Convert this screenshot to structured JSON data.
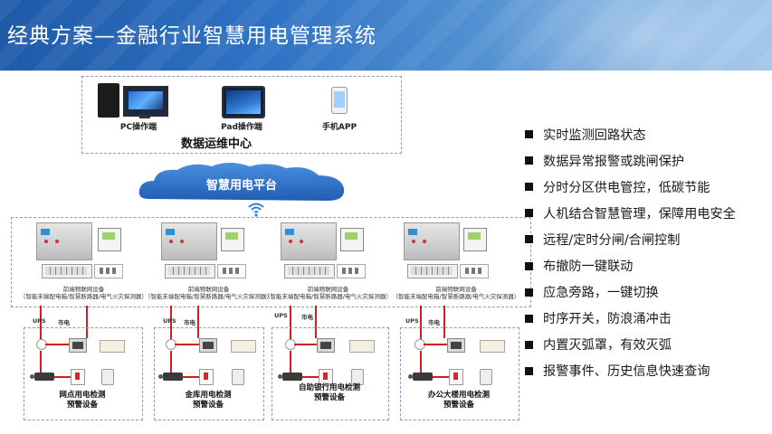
{
  "title": "经典方案—金融行业智慧用电管理系统",
  "data_center": {
    "title": "数据运维中心",
    "terminals": [
      {
        "label": "PC操作端",
        "icon": "desktop-pc-icon"
      },
      {
        "label": "Pad操作端",
        "icon": "tablet-icon"
      },
      {
        "label": "手机APP",
        "icon": "smartphone-icon"
      }
    ]
  },
  "platform": {
    "label": "智慧用电平台"
  },
  "devices": [
    {
      "title": "前端物联网设备",
      "detail": "（智能末端配电箱/智慧断路器/电气火灾探测器）"
    },
    {
      "title": "前端物联网设备",
      "detail": "（智能末端配电箱/智慧断路器/电气火灾探测器）"
    },
    {
      "title": "前端物联网设备",
      "detail": "（智能末端配电箱/智慧断路器/电气火灾探测器）"
    },
    {
      "title": "前端物联网设备",
      "detail": "（智能末端配电箱/智慧断路器/电气火灾探测器）"
    }
  ],
  "power_labels": {
    "ups": "UPS",
    "mains": "市电"
  },
  "sites": [
    {
      "line1": "网点用电检测",
      "line2": "预警设备"
    },
    {
      "line1": "金库用电检测",
      "line2": "预警设备"
    },
    {
      "line1": "自助银行用电检测",
      "line2": "预警设备"
    },
    {
      "line1": "办公大楼用电检测",
      "line2": "预警设备"
    }
  ],
  "features": [
    "实时监测回路状态",
    "数据异常报警或跳闸保护",
    "分时分区供电管控，低碳节能",
    "人机结合智慧管理，保障用电安全",
    "远程/定时分闸/合闸控制",
    "布撤防一键联动",
    "应急旁路，一键切换",
    "时序开关，防浪涌冲击",
    "内置灭弧罩，有效灭弧",
    "报警事件、历史信息快速查询"
  ],
  "colors": {
    "banner_start": "#1f5aa8",
    "banner_end": "#9cc3ea",
    "cloud": "#2c73c9",
    "wire": "#d21e1e",
    "dashed_border": "#8a9bc4"
  }
}
